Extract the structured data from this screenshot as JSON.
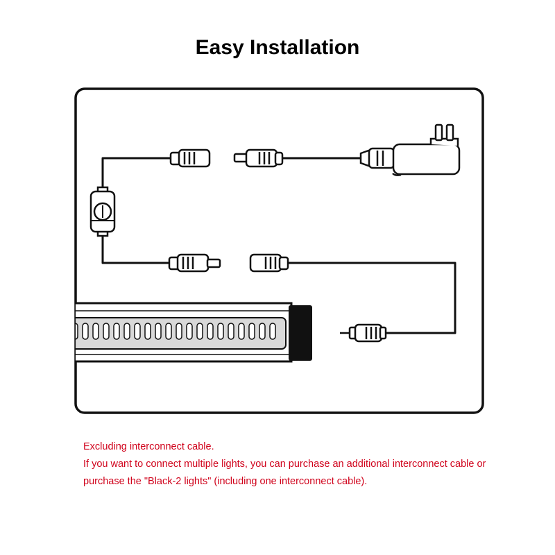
{
  "title": "Easy Installation",
  "notes": [
    "Excluding interconnect cable.",
    "If you want to connect multiple lights, you can purchase an additional interconnect cable or",
    "purchase the \"Black-2 lights\" (including one interconnect cable)."
  ],
  "colors": {
    "note_text": "#d0021b",
    "line": "#111111",
    "led_strip": "#d9d9d9",
    "end_cap": "#111111"
  },
  "icons": [
    "power-adapter-icon",
    "dimmer-switch-icon",
    "dc-plug-icon",
    "dc-jack-icon",
    "led-light-bar-icon"
  ]
}
